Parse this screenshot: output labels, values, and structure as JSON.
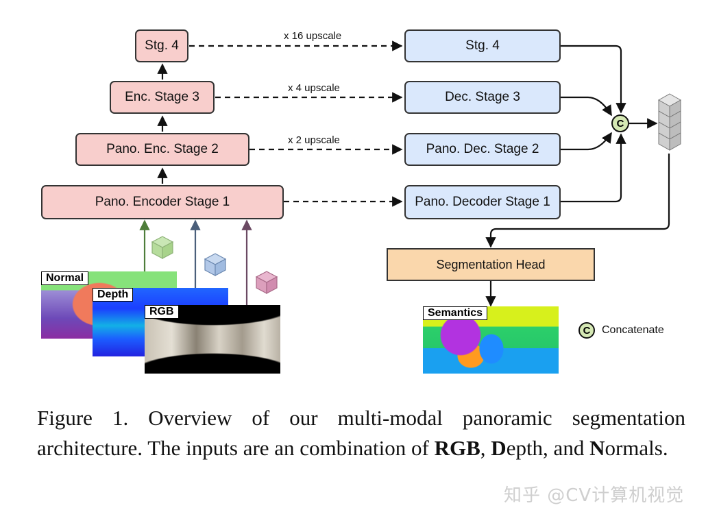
{
  "encoder": {
    "stage4": "Stg. 4",
    "stage3": "Enc. Stage 3",
    "stage2": "Pano. Enc. Stage 2",
    "stage1": "Pano. Encoder Stage 1"
  },
  "decoder": {
    "stage4": "Stg. 4",
    "stage3": "Dec. Stage 3",
    "stage2": "Pano. Dec. Stage 2",
    "stage1": "Pano. Decoder Stage 1"
  },
  "upscale": {
    "x16": "x 16 upscale",
    "x4": "x 4 upscale",
    "x2": "x 2 upscale"
  },
  "head": "Segmentation Head",
  "inputs": {
    "normal": "Normal",
    "depth": "Depth",
    "rgb": "RGB"
  },
  "output": "Semantics",
  "concat_symbol": "C",
  "legend": {
    "symbol": "C",
    "text": "Concatenate"
  },
  "caption": {
    "prefix": "Figure 1.  Overview of our multi-modal panoramic segmentation architecture. The inputs are an combination of ",
    "rgb_bold": "RGB",
    "sep1": ", ",
    "d_bold": "D",
    "depth_rest": "epth, and ",
    "n_bold": "N",
    "normals_rest": "ormals."
  },
  "watermark": "知乎 @CV计算机视觉",
  "colors": {
    "encoder_fill": "#f8cecc",
    "decoder_fill": "#dae8fc",
    "head_fill": "#fad7ac",
    "concat_fill": "#d5e8b4",
    "normal_arrow": "#4e7d3a",
    "depth_arrow": "#4a5f7a",
    "rgb_arrow": "#6b4a63"
  }
}
